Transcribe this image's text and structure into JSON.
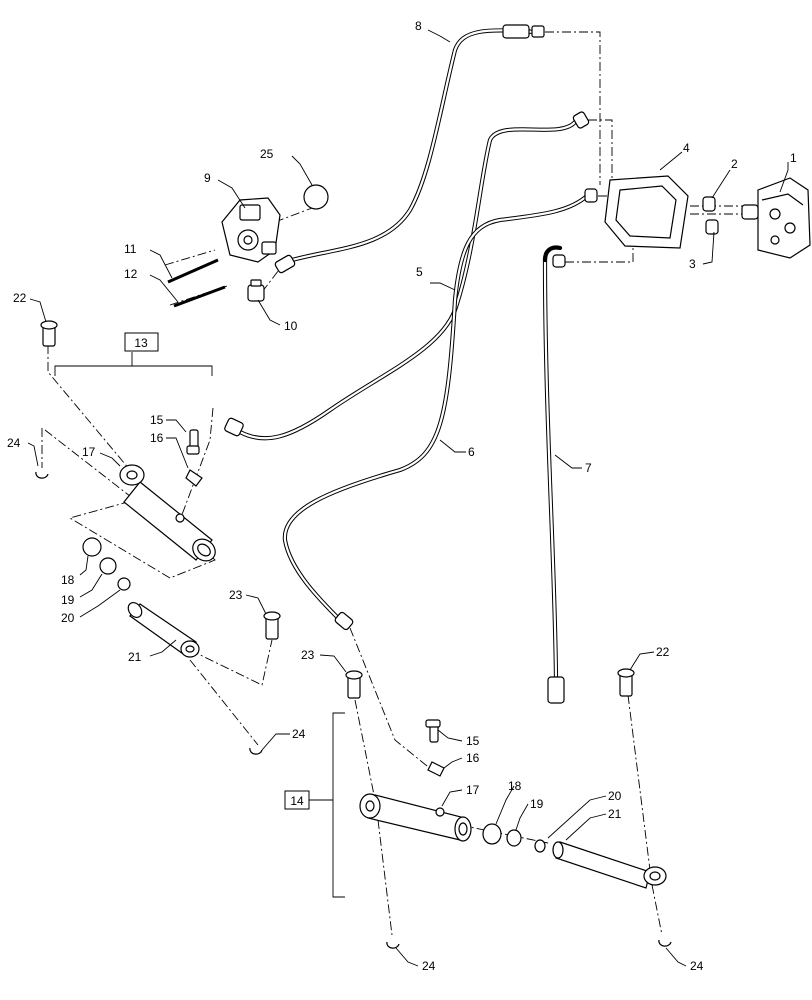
{
  "labels": {
    "l1": "1",
    "l2": "2",
    "l3": "3",
    "l4": "4",
    "l5": "5",
    "l6": "6",
    "l7": "7",
    "l8": "8",
    "l9": "9",
    "l10": "10",
    "l11": "11",
    "l12": "12",
    "l15a": "15",
    "l16a": "16",
    "l17a": "17",
    "l18a": "18",
    "l19a": "19",
    "l20a": "20",
    "l21a": "21",
    "l22a": "22",
    "l23a": "23",
    "l24a": "24",
    "l24b": "24",
    "l15b": "15",
    "l16b": "16",
    "l17b": "17",
    "l18b": "18",
    "l19b": "19",
    "l20b": "20",
    "l21b": "21",
    "l22b": "22",
    "l23b": "23",
    "l24c": "24",
    "l24d": "24",
    "l25": "25"
  },
  "boxes": {
    "b13": "13",
    "b14": "14"
  }
}
